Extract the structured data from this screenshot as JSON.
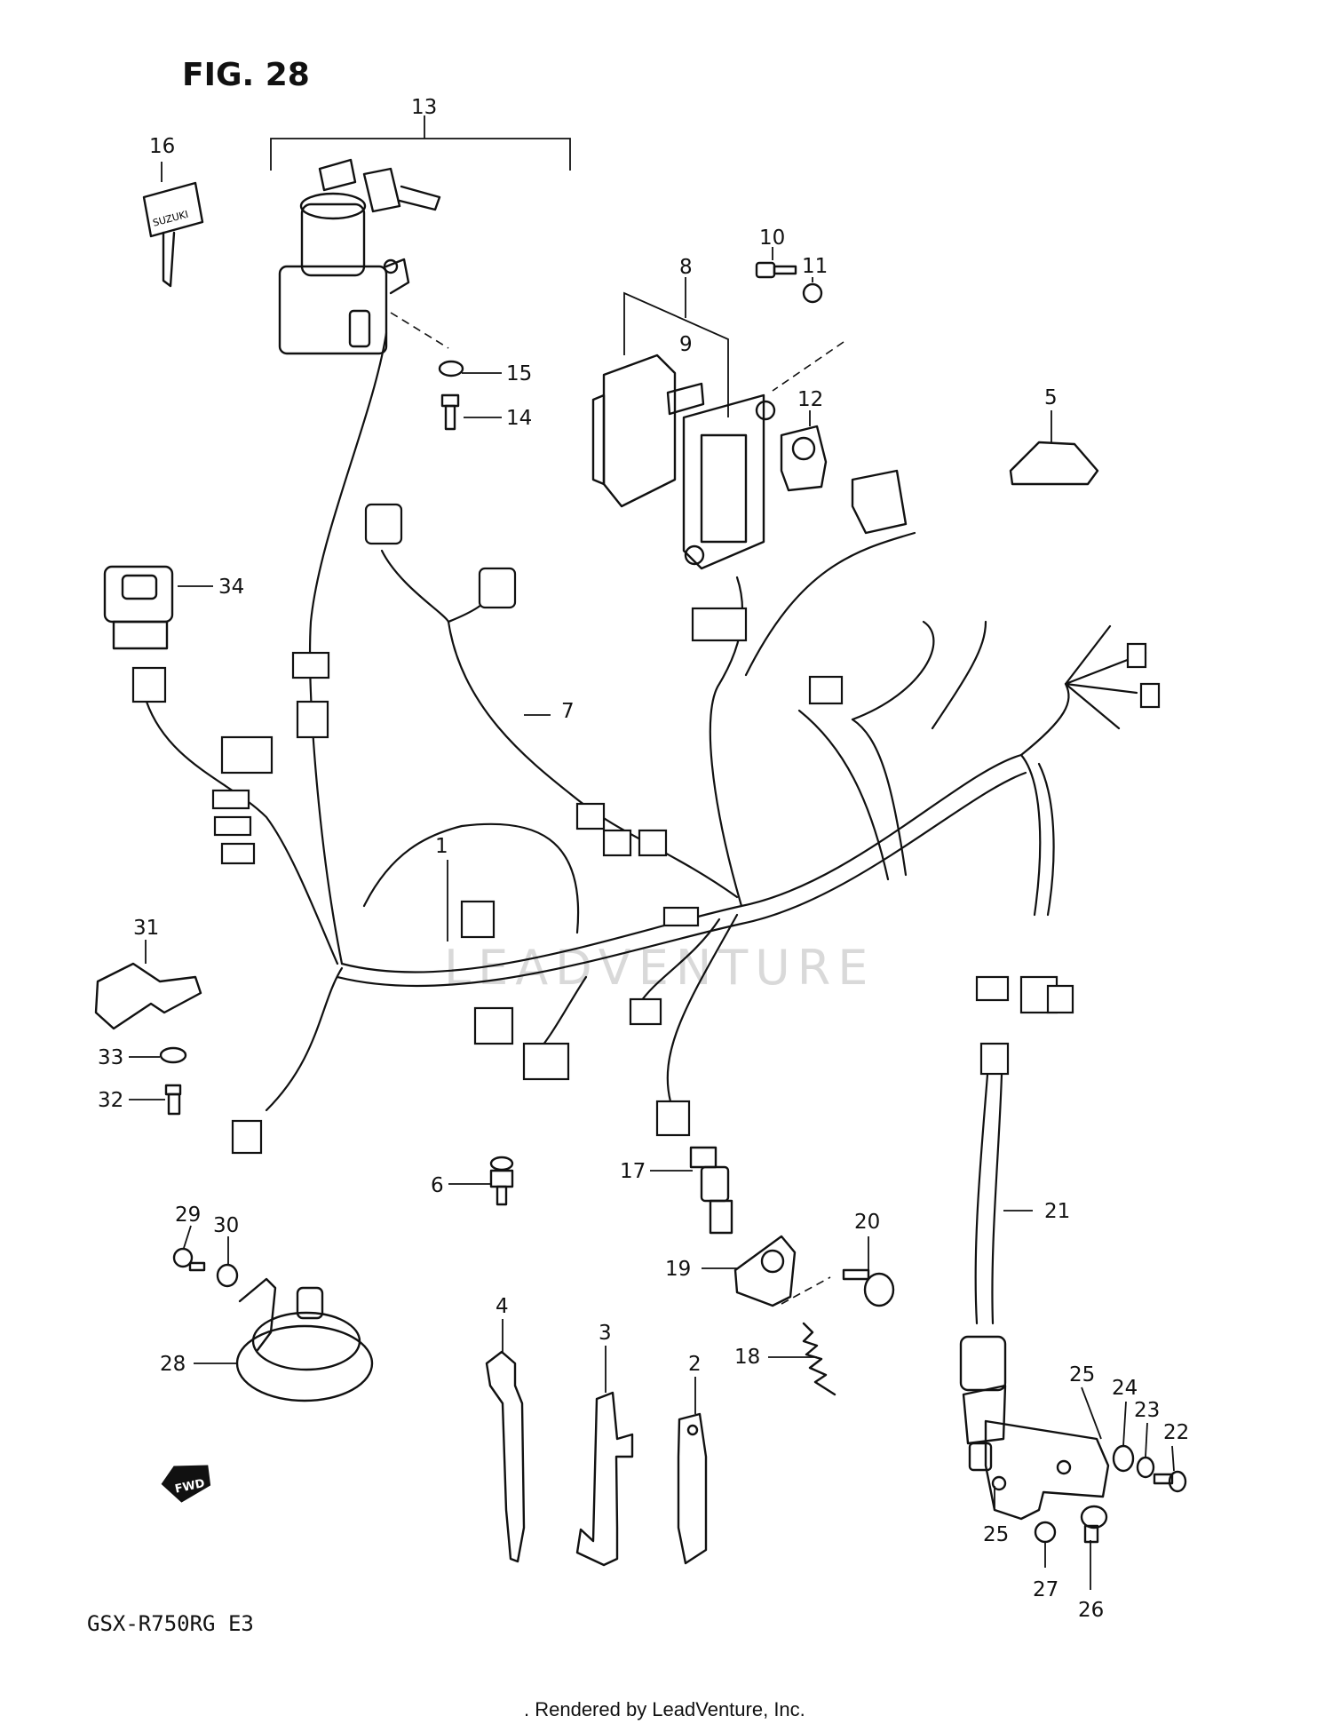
{
  "figure_title": "FIG. 28",
  "model_code": "GSX-R750RG  E3",
  "footer_text": ". Rendered by LeadVenture, Inc.",
  "watermark_text": "LEADVENTURE",
  "callouts": [
    {
      "num": "1",
      "part": "wiring-harness"
    },
    {
      "num": "2",
      "part": "clamp-2"
    },
    {
      "num": "3",
      "part": "clamp-3"
    },
    {
      "num": "4",
      "part": "cable-tie"
    },
    {
      "num": "5",
      "part": "cap"
    },
    {
      "num": "6",
      "part": "screw-6"
    },
    {
      "num": "7",
      "part": "sub-harness"
    },
    {
      "num": "8",
      "part": "regulator-assembly"
    },
    {
      "num": "9",
      "part": "regulator-part"
    },
    {
      "num": "10",
      "part": "bolt-10"
    },
    {
      "num": "11",
      "part": "washer-11"
    },
    {
      "num": "12",
      "part": "relay-12"
    },
    {
      "num": "13",
      "part": "ignition-switch-assembly"
    },
    {
      "num": "14",
      "part": "bolt-14"
    },
    {
      "num": "15",
      "part": "washer-15"
    },
    {
      "num": "16",
      "part": "key"
    },
    {
      "num": "17",
      "part": "switch-17"
    },
    {
      "num": "18",
      "part": "spring"
    },
    {
      "num": "19",
      "part": "bracket-19"
    },
    {
      "num": "20",
      "part": "bolt-20"
    },
    {
      "num": "21",
      "part": "lead-wire"
    },
    {
      "num": "22",
      "part": "bolt-22"
    },
    {
      "num": "23",
      "part": "washer-23"
    },
    {
      "num": "24",
      "part": "washer-24"
    },
    {
      "num": "25",
      "part": "bracket-25"
    },
    {
      "num": "25",
      "part": "bracket-25b"
    },
    {
      "num": "26",
      "part": "bolt-26"
    },
    {
      "num": "27",
      "part": "washer-27"
    },
    {
      "num": "28",
      "part": "horn"
    },
    {
      "num": "29",
      "part": "bolt-29"
    },
    {
      "num": "30",
      "part": "washer-30"
    },
    {
      "num": "31",
      "part": "clamp-31"
    },
    {
      "num": "32",
      "part": "bolt-32"
    },
    {
      "num": "33",
      "part": "washer-33"
    },
    {
      "num": "34",
      "part": "relay-34"
    }
  ],
  "key_brand_text": "SUZUKI",
  "fwd_text": "FWD"
}
